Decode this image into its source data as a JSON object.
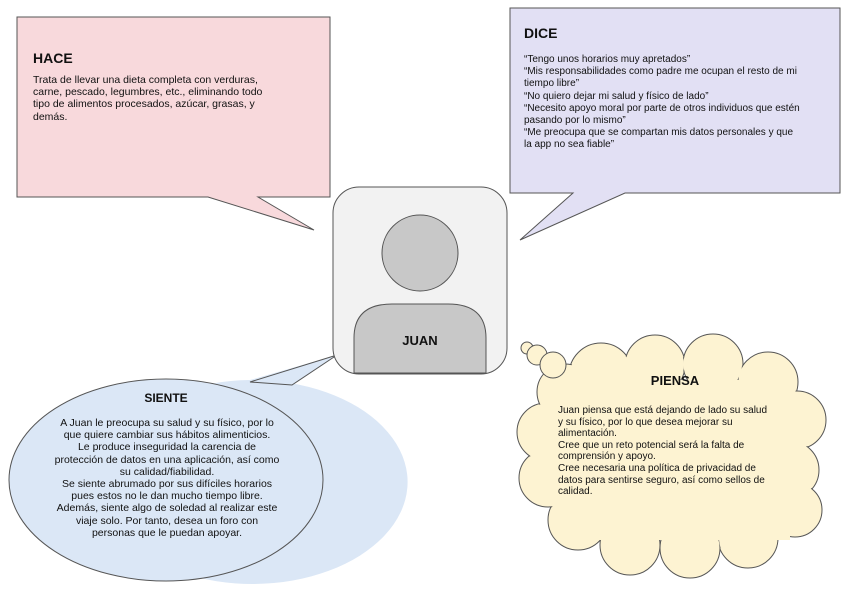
{
  "colors": {
    "hace_fill": "#f8d9dc",
    "dice_fill": "#e2e0f4",
    "siente_fill": "#dbe7f6",
    "piensa_fill": "#fdf3d2",
    "avatar_box_fill": "#f2f2f2",
    "avatar_figure_fill": "#c8c8c8",
    "stroke": "#555555"
  },
  "persona": {
    "name": "JUAN"
  },
  "hace": {
    "title": "HACE",
    "lines": [
      "Trata de llevar una dieta completa con verduras,",
      "carne, pescado, legumbres, etc., eliminando todo",
      "tipo de alimentos procesados, azúcar, grasas, y",
      "demás."
    ]
  },
  "dice": {
    "title": "DICE",
    "lines": [
      "“Tengo unos horarios muy apretados”",
      "“Mis responsabilidades como padre me ocupan el resto de mi",
      "tiempo libre”",
      "“No quiero dejar mi salud y físico de lado”",
      "“Necesito apoyo moral por parte de otros individuos que estén",
      "pasando por lo mismo”",
      "“Me preocupa que se compartan mis datos personales y que",
      "la app no sea fiable”"
    ]
  },
  "siente": {
    "title": "SIENTE",
    "lines": [
      "A Juan le preocupa su salud y su físico, por lo",
      "que quiere cambiar sus hábitos alimenticios.",
      "Le produce inseguridad la carencia de",
      "protección de datos en una aplicación, así como",
      "su calidad/fiabilidad.",
      "Se siente abrumado por sus difíciles horarios",
      "pues estos no le dan mucho tiempo libre.",
      "Además, siente algo de soledad al realizar este",
      "viaje solo. Por tanto, desea un foro con",
      "personas que le puedan apoyar."
    ]
  },
  "piensa": {
    "title": "PIENSA",
    "lines": [
      "Juan piensa que está dejando de lado su salud",
      "y su físico, por lo que desea mejorar su",
      "alimentación.",
      "Cree que un reto potencial será la falta de",
      "comprensión y apoyo.",
      "Cree necesaria una política de privacidad de",
      "datos para sentirse seguro, así como sellos de",
      "calidad."
    ]
  }
}
